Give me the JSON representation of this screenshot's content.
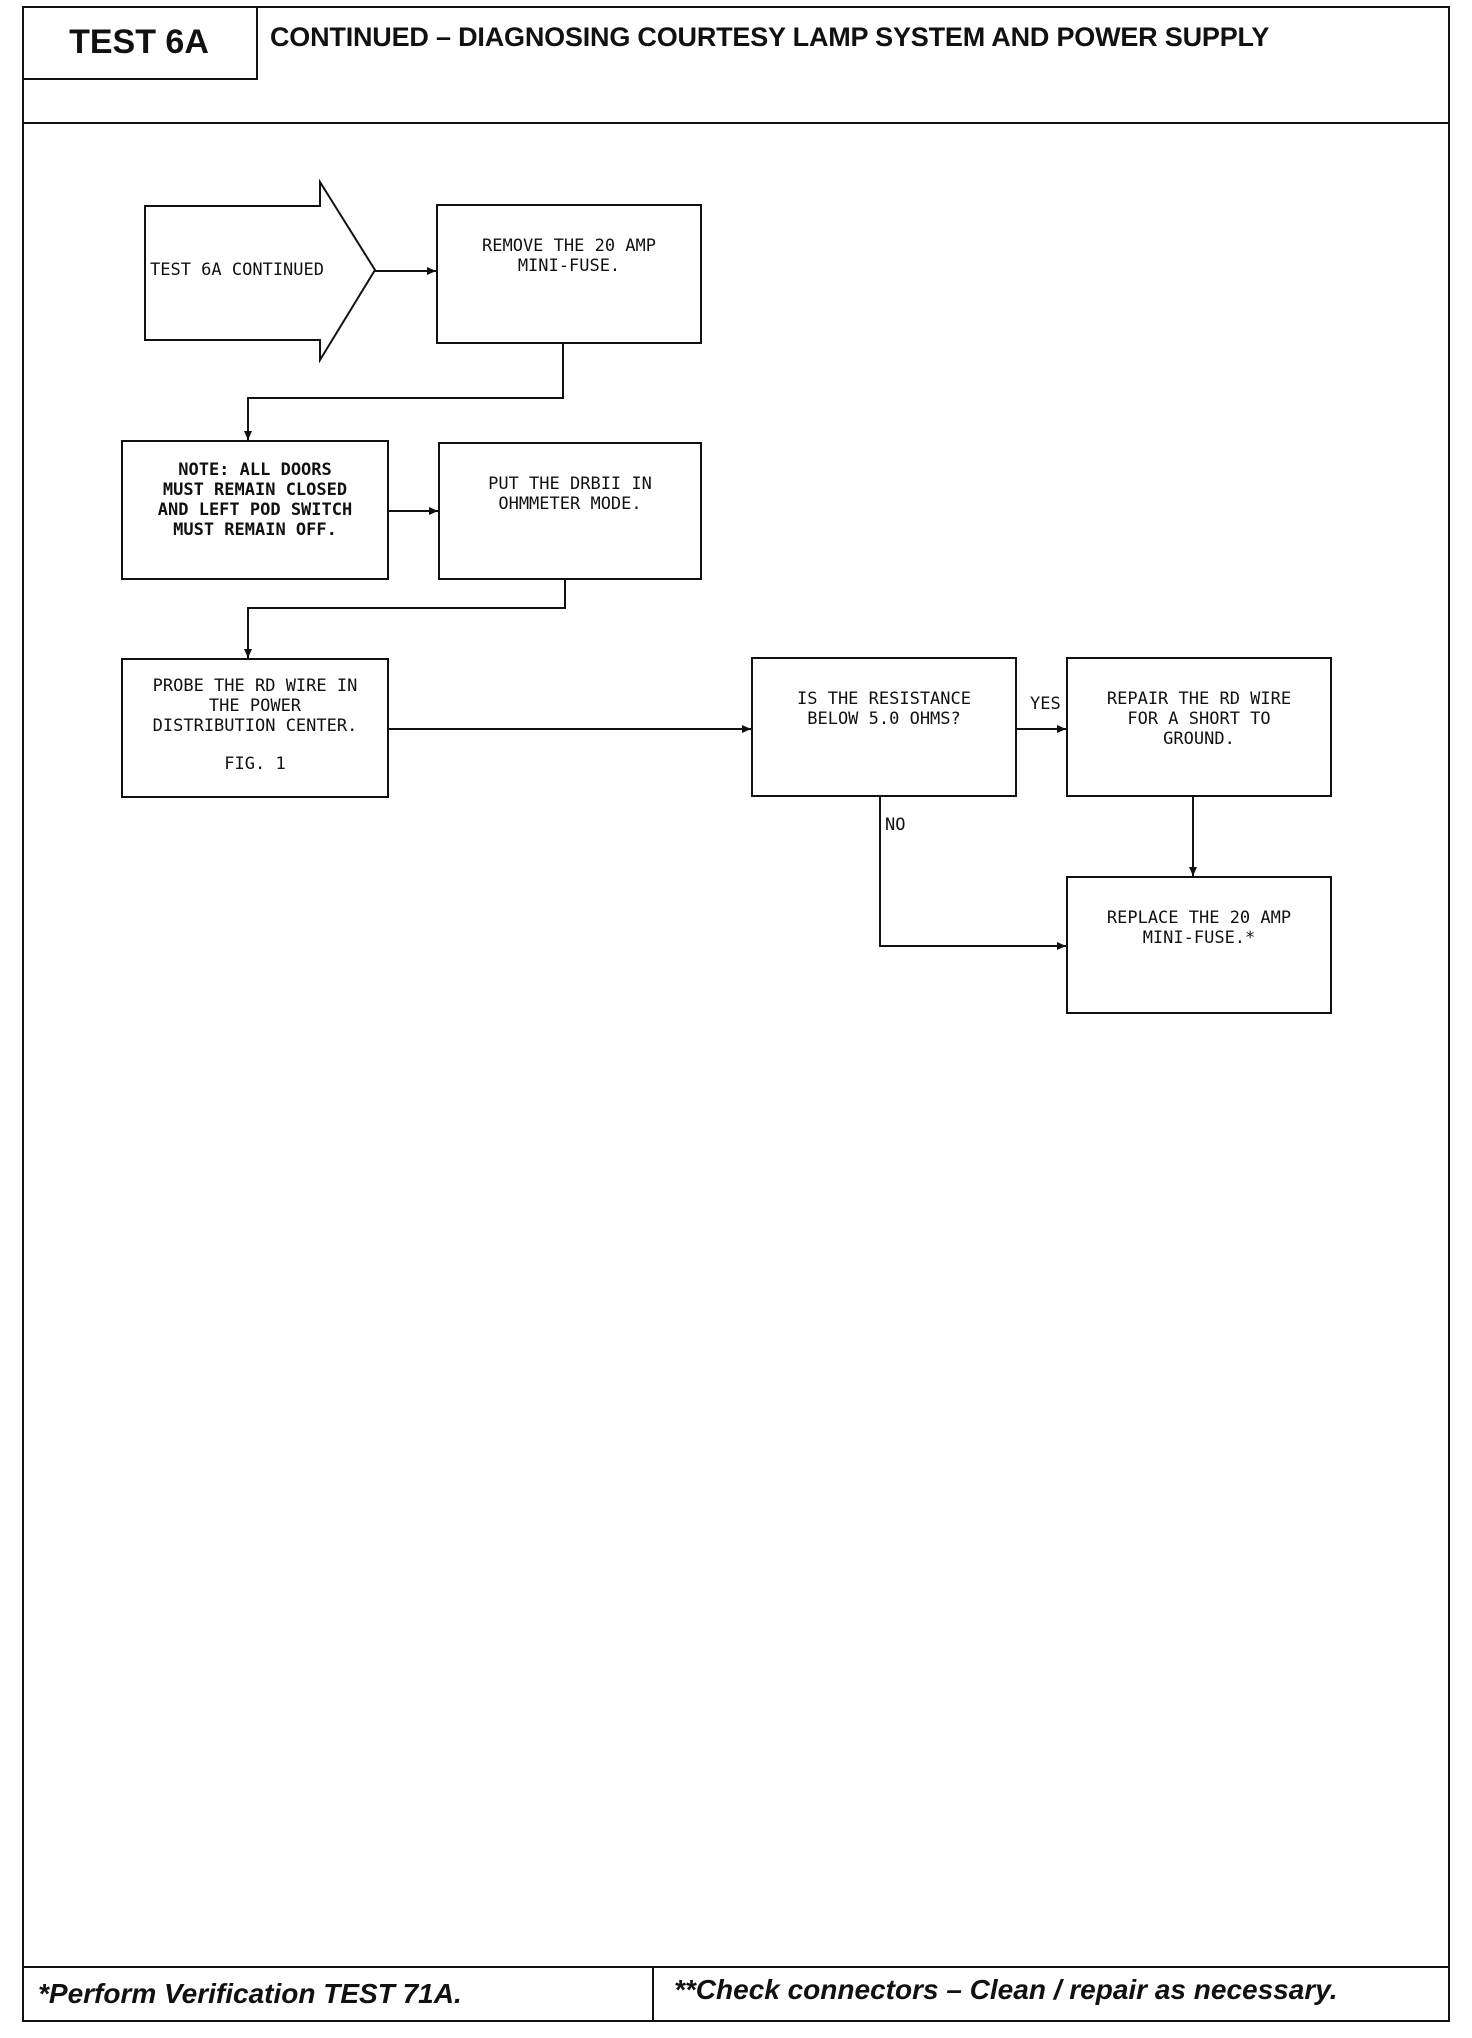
{
  "header": {
    "test_id": "TEST 6A",
    "title": "CONTINUED – DIAGNOSING COURTESY LAMP SYSTEM AND POWER SUPPLY"
  },
  "flowchart": {
    "start": "TEST 6A CONTINUED",
    "remove_fuse": "REMOVE THE 20 AMP\nMINI-FUSE.",
    "note": "NOTE:  ALL DOORS\nMUST REMAIN CLOSED\nAND LEFT POD SWITCH\nMUST REMAIN OFF.",
    "ohmmeter": "PUT THE DRBII IN\nOHMMETER MODE.",
    "probe": "PROBE THE RD WIRE IN\nTHE POWER\nDISTRIBUTION CENTER.",
    "probe_fig": "FIG. 1",
    "question": "IS THE RESISTANCE\nBELOW 5.0 OHMS?",
    "yes_label": "YES",
    "no_label": "NO",
    "repair": "REPAIR THE RD WIRE\nFOR A SHORT TO\nGROUND.",
    "replace": "REPLACE THE 20 AMP\nMINI-FUSE.*"
  },
  "footer": {
    "left": "*Perform Verification TEST 71A.",
    "right": "**Check connectors – Clean / repair as necessary."
  }
}
